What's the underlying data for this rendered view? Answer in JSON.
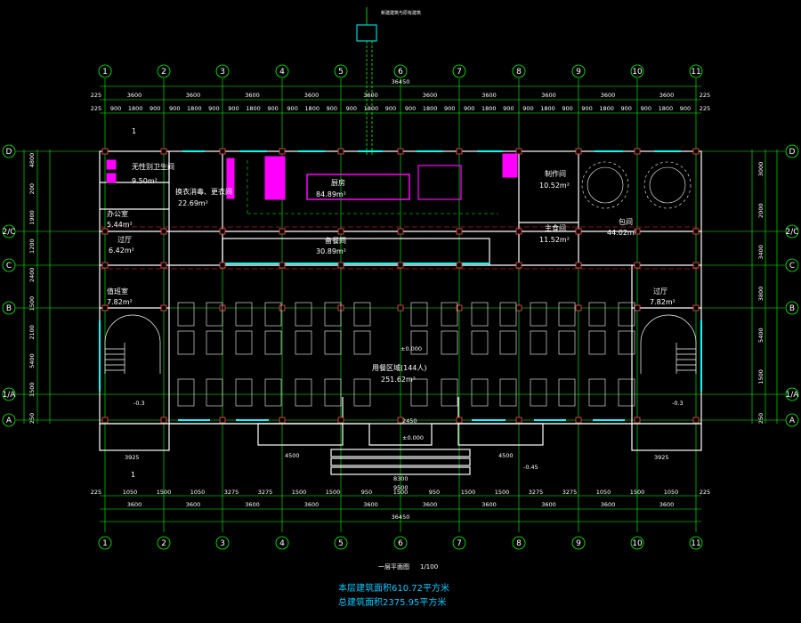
{
  "drawing": {
    "title": "一层平面图",
    "scale": "1/100",
    "area_this_floor": "本层建筑面积610.72平方米",
    "area_total": "总建筑面积2375.95平方米",
    "top_note": "新建建筑与原有建筑"
  },
  "axes_vertical": [
    "1",
    "2",
    "3",
    "4",
    "5",
    "6",
    "7",
    "8",
    "9",
    "10",
    "11"
  ],
  "axes_horizontal": [
    "D",
    "2/C",
    "C",
    "B",
    "1/A",
    "A"
  ],
  "dims_top_total": "36450",
  "dims_top_bays": [
    "3600",
    "3600",
    "3600",
    "3600",
    "3600",
    "3600",
    "3600",
    "3600",
    "3600",
    "3600"
  ],
  "dims_top_edge": "225",
  "dims_top_segments": [
    "225",
    "900",
    "1800",
    "900",
    "900",
    "1800",
    "900",
    "900",
    "1800",
    "900",
    "900",
    "1800",
    "900",
    "900",
    "1800",
    "900",
    "900",
    "1800",
    "900",
    "900",
    "1800",
    "900",
    "900",
    "1800",
    "900",
    "900",
    "1800",
    "900",
    "900",
    "1800",
    "900",
    "225"
  ],
  "dims_bottom_total": "36450",
  "dims_bottom_bays": [
    "3600",
    "3600",
    "3600",
    "3600",
    "3600",
    "3600",
    "3600",
    "3600",
    "3600",
    "3600"
  ],
  "dims_bottom_segments": [
    "225",
    "1050",
    "1500",
    "1050",
    "3275",
    "3275",
    "1500",
    "1500",
    "950",
    "1500",
    "950",
    "1500",
    "1500",
    "3275",
    "3275",
    "1050",
    "1500",
    "1050",
    "225"
  ],
  "dims_left": [
    "4800",
    "200",
    "1900",
    "1200",
    "2400",
    "1500",
    "2100",
    "5400",
    "1500",
    "250"
  ],
  "dims_right": [
    "3000",
    "2000",
    "3400",
    "3800",
    "5400",
    "1500",
    "250"
  ],
  "rooms": [
    {
      "id": "toilet",
      "name": "无性别卫生间",
      "area": "9.50m²"
    },
    {
      "id": "office",
      "name": "办公室",
      "area": "5.44m²"
    },
    {
      "id": "lobby-left",
      "name": "过厅",
      "area": "6.42m²"
    },
    {
      "id": "duty",
      "name": "值班室",
      "area": "7.82m²"
    },
    {
      "id": "changing",
      "name": "换衣消毒、更衣间",
      "area": "22.69m²"
    },
    {
      "id": "kitchen",
      "name": "厨房",
      "area": "84.89m²"
    },
    {
      "id": "serving",
      "name": "备餐间",
      "area": "30.89m²"
    },
    {
      "id": "preparation",
      "name": "制作间",
      "area": "10.52m²"
    },
    {
      "id": "staple",
      "name": "主食间",
      "area": "11.52m²"
    },
    {
      "id": "banquet",
      "name": "包间",
      "area": "44.02m²"
    },
    {
      "id": "lobby-right",
      "name": "过厅",
      "area": "7.82m²"
    },
    {
      "id": "dining",
      "name": "用餐区域(144人)",
      "area": "251.62m²"
    }
  ],
  "misc_labels": {
    "elev_minus03_left": "-0.3",
    "elev_minus03_right": "-0.3",
    "elev_minus045": "-0.45",
    "elev_zero_center": "±0.000",
    "elev_zero_entry": "±0.000",
    "entry_width": "8300",
    "entry_total": "9500",
    "entry_mid": "2450",
    "corridor_left": "3925",
    "corridor_right": "3925",
    "ramp_left": "4500",
    "ramp_right": "4500",
    "stair_section": "1",
    "section_top": "1"
  },
  "colors": {
    "grid": "#00ff00",
    "wall": "#ffffff",
    "window": "#00ffff",
    "equipment": "#ff00ff",
    "dimension": "#ff3030",
    "summary": "#00c8ff"
  }
}
